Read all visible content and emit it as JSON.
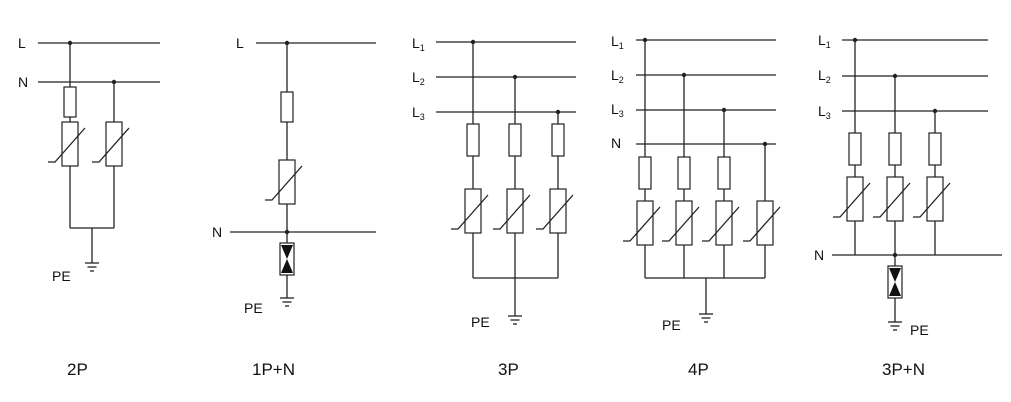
{
  "colors": {
    "ink": "#222222",
    "background": "#ffffff"
  },
  "diagrams": [
    {
      "caption": "2P",
      "lines": [
        {
          "label": "L",
          "sub": ""
        },
        {
          "label": "N",
          "sub": ""
        }
      ],
      "neutral_label": "",
      "pe_label": "PE"
    },
    {
      "caption": "1P+N",
      "lines": [
        {
          "label": "L",
          "sub": ""
        }
      ],
      "neutral_label": "N",
      "pe_label": "PE"
    },
    {
      "caption": "3P",
      "lines": [
        {
          "label": "L",
          "sub": "1"
        },
        {
          "label": "L",
          "sub": "2"
        },
        {
          "label": "L",
          "sub": "3"
        }
      ],
      "neutral_label": "",
      "pe_label": "PE"
    },
    {
      "caption": "4P",
      "lines": [
        {
          "label": "L",
          "sub": "1"
        },
        {
          "label": "L",
          "sub": "2"
        },
        {
          "label": "L",
          "sub": "3"
        },
        {
          "label": "N",
          "sub": ""
        }
      ],
      "neutral_label": "",
      "pe_label": "PE"
    },
    {
      "caption": "3P+N",
      "lines": [
        {
          "label": "L",
          "sub": "1"
        },
        {
          "label": "L",
          "sub": "2"
        },
        {
          "label": "L",
          "sub": "3"
        }
      ],
      "neutral_label": "N",
      "pe_label": "PE"
    }
  ]
}
